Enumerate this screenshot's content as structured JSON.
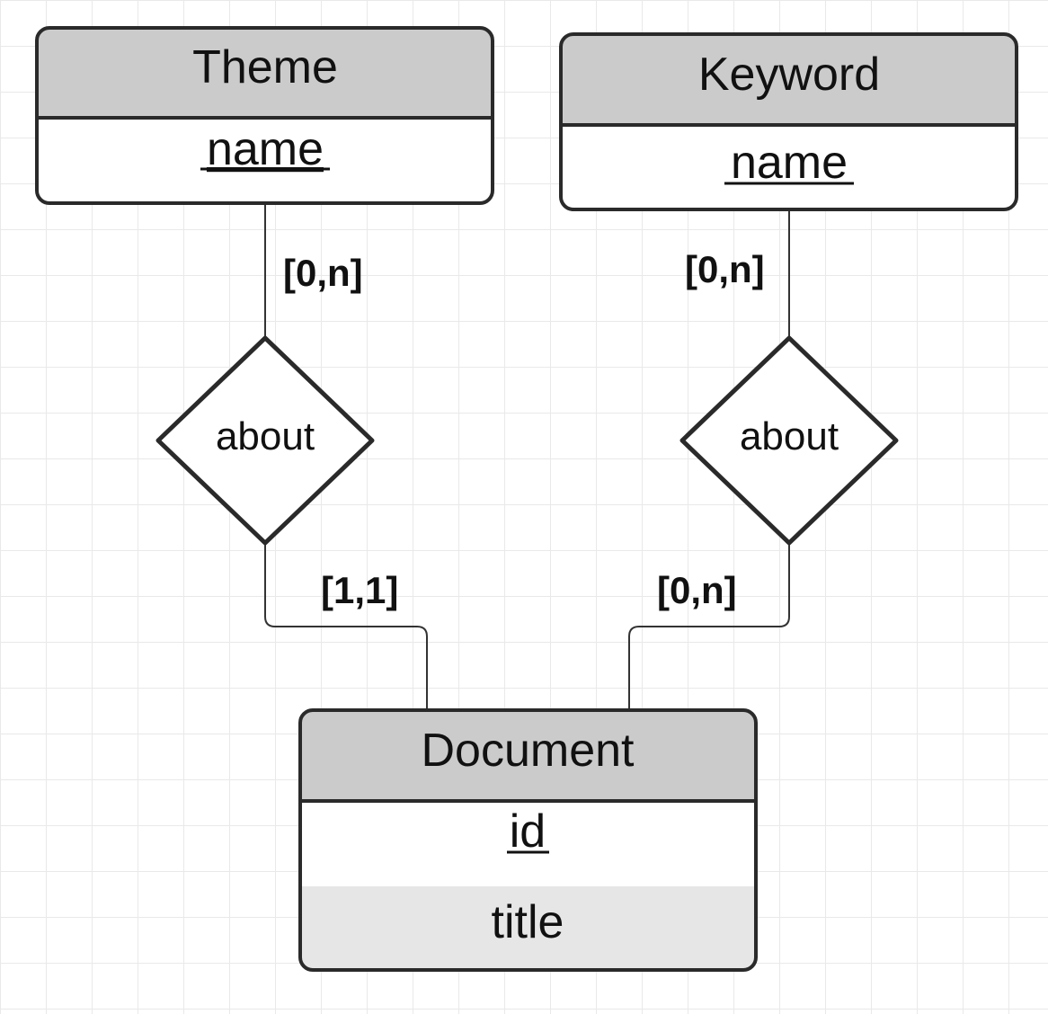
{
  "entities": {
    "theme": {
      "title": "Theme",
      "attributes": [
        {
          "name": "name",
          "key": true
        }
      ]
    },
    "keyword": {
      "title": "Keyword",
      "attributes": [
        {
          "name": "name",
          "key": true
        }
      ]
    },
    "document": {
      "title": "Document",
      "attributes": [
        {
          "name": "id",
          "key": true
        },
        {
          "name": "title",
          "key": false
        }
      ]
    }
  },
  "relationships": {
    "theme_document": {
      "label": "about",
      "card_top": "[0,n]",
      "card_bottom": "[1,1]"
    },
    "keyword_document": {
      "label": "about",
      "card_top": "[0,n]",
      "card_bottom": "[0,n]"
    }
  },
  "colors": {
    "header_fill": "#cbcbcb",
    "attr_fill": "#ffffff",
    "alt_attr_fill": "#e6e6e6",
    "stroke": "#2a2a2a"
  }
}
